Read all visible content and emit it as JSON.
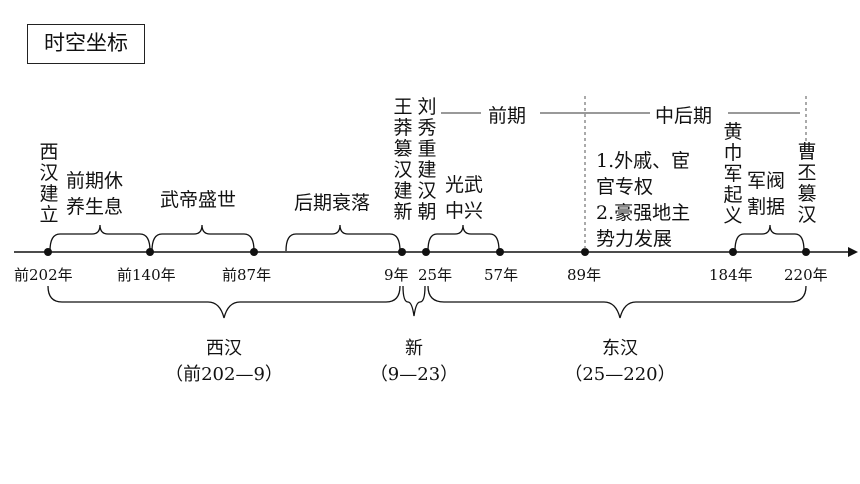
{
  "title": "时空坐标",
  "ticks": [
    "前202年",
    "前140年",
    "前87年",
    "9年",
    "25年",
    "57年",
    "89年",
    "184年",
    "220年"
  ],
  "events": {
    "xihan_jianli": "西汉建立",
    "wangmang": "王莽篡汉建新",
    "liuxiu": "刘秀重建汉朝",
    "huangjin": "黄巾军起义",
    "caopi": "曹丕篡汉"
  },
  "spans": {
    "yangsheng_line1": "前期休",
    "yangsheng_line2": "养生息",
    "wudi": "武帝盛世",
    "houqi": "后期衰落",
    "guangwu_line1": "光武",
    "guangwu_line2": "中兴",
    "waiqi_line1": "1.外戚、宦",
    "waiqi_line2": "官专权",
    "haoqiang_line1": "2.豪强地主",
    "haoqiang_line2": "势力发展",
    "junfa_line1": "军阀",
    "junfa_line2": "割据"
  },
  "periods": {
    "qianqi": "前期",
    "zhonghouqi": "中后期"
  },
  "dynasties": [
    {
      "name": "西汉",
      "range": "（前202—9）"
    },
    {
      "name": "新",
      "range": "（9—23）"
    },
    {
      "name": "东汉",
      "range": "（25—220）"
    }
  ]
}
